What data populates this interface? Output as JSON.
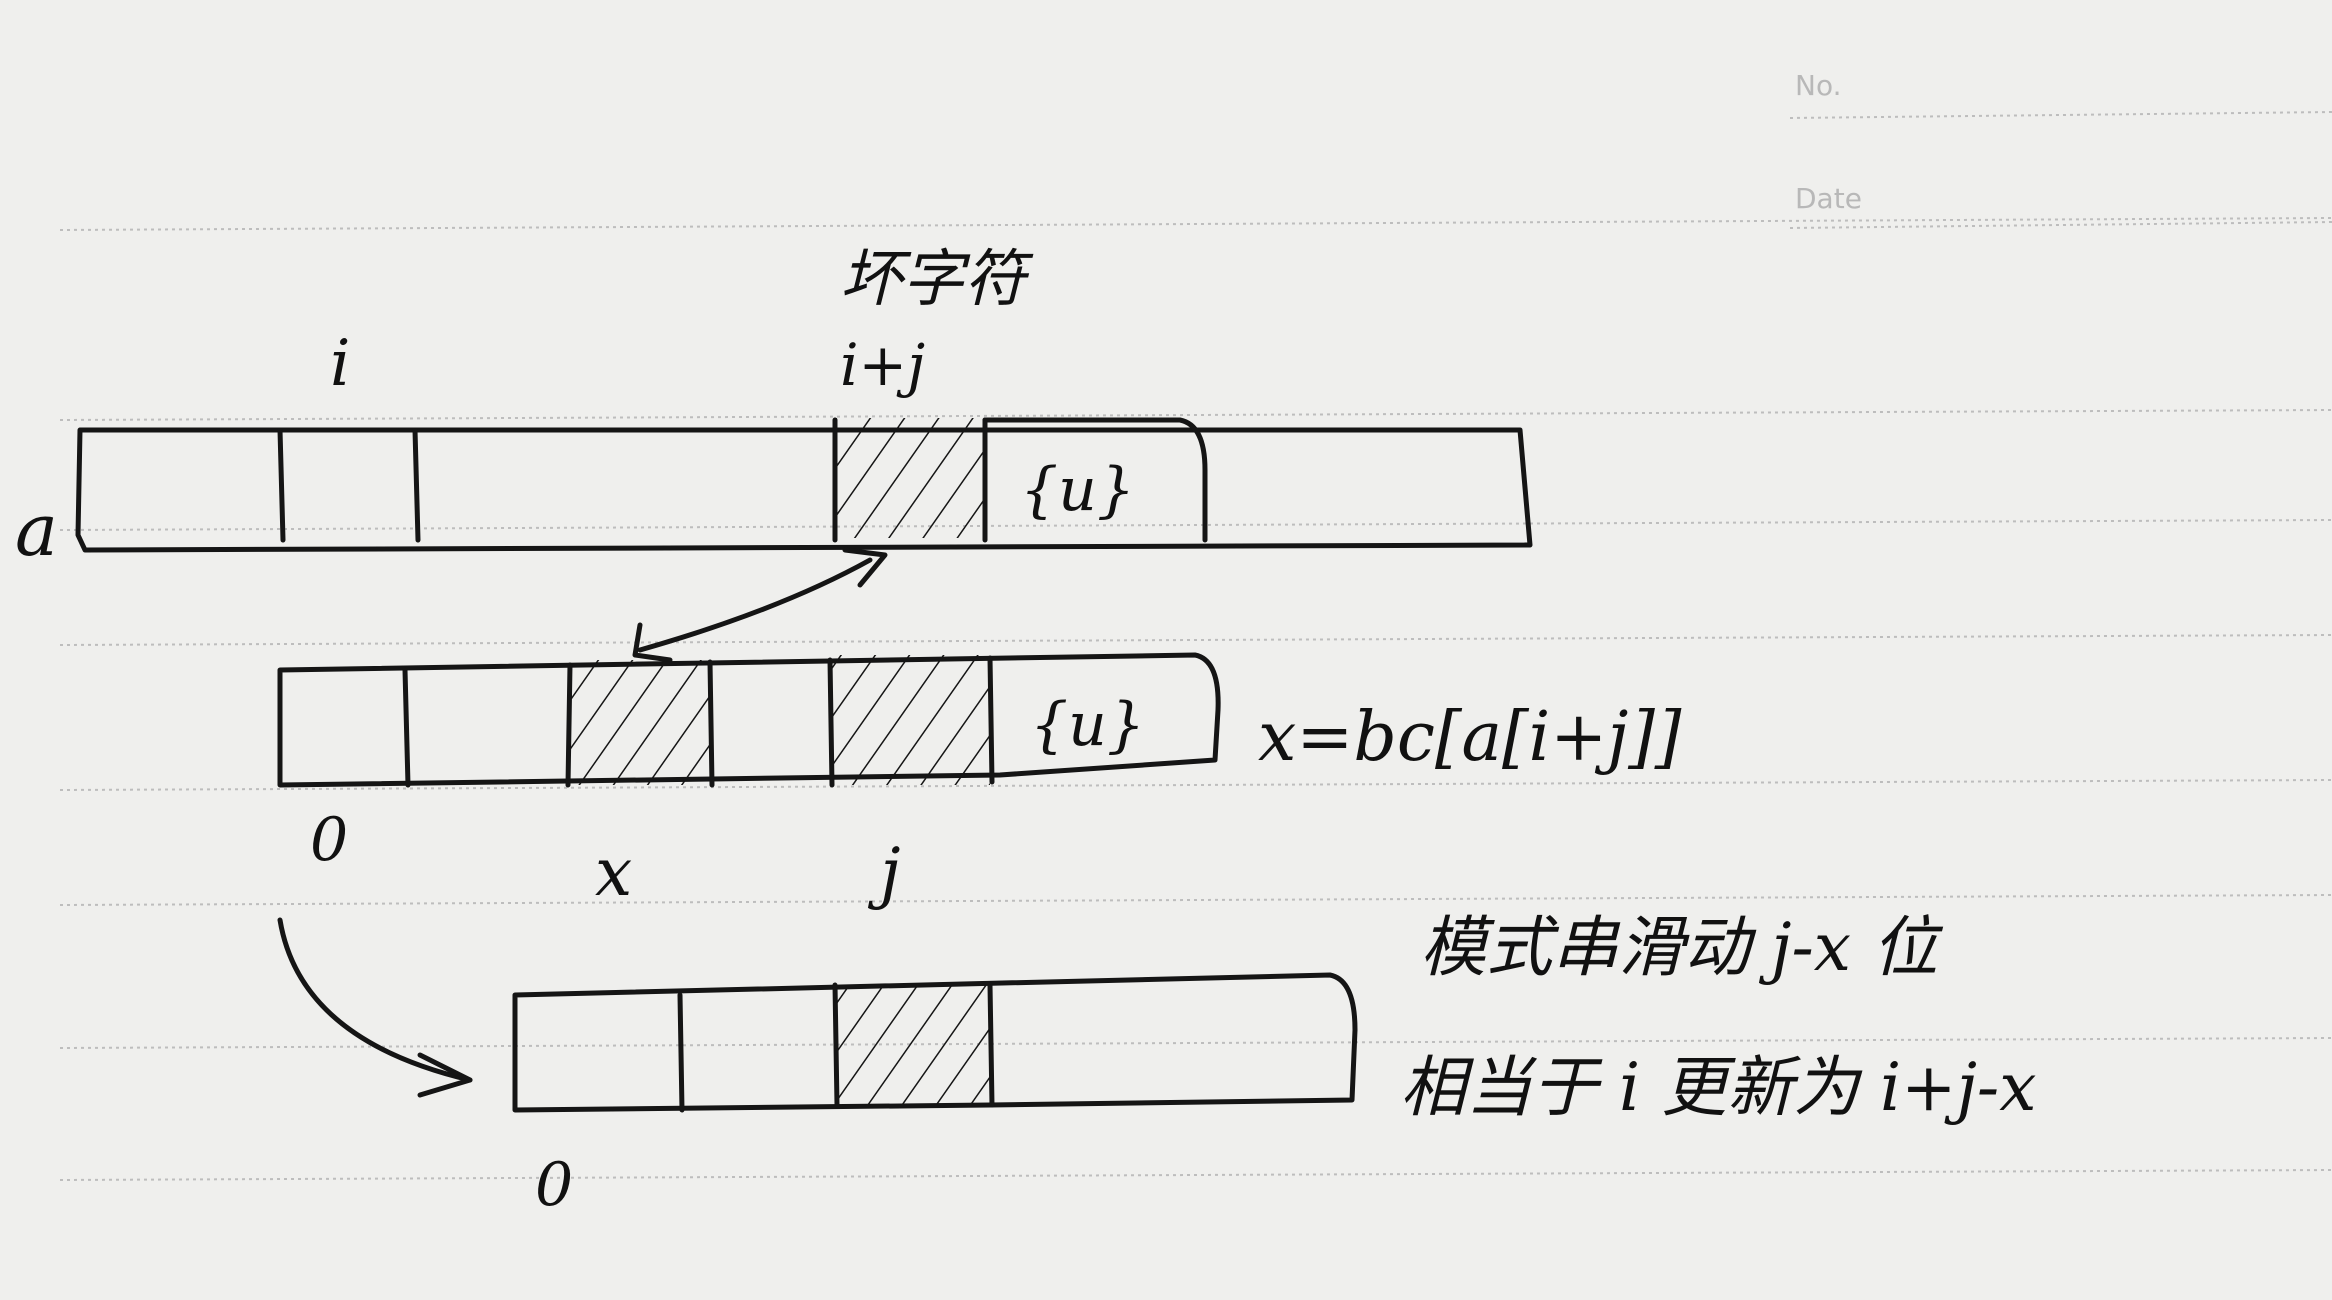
{
  "header": {
    "no_label": "No.",
    "date_label": "Date"
  },
  "labels": {
    "bad_char": "坏字符",
    "i": "i",
    "i_plus_j": "i+j",
    "a": "a",
    "u1": "{u}",
    "u2": "{u}",
    "formula": "x=bc[a[i+j]]",
    "zero1": "0",
    "x": "x",
    "j": "j",
    "zero2": "0"
  },
  "notes": {
    "line1": "模式串滑动 j-x 位",
    "line2": "相当于 i 更新为 i+j-x"
  }
}
